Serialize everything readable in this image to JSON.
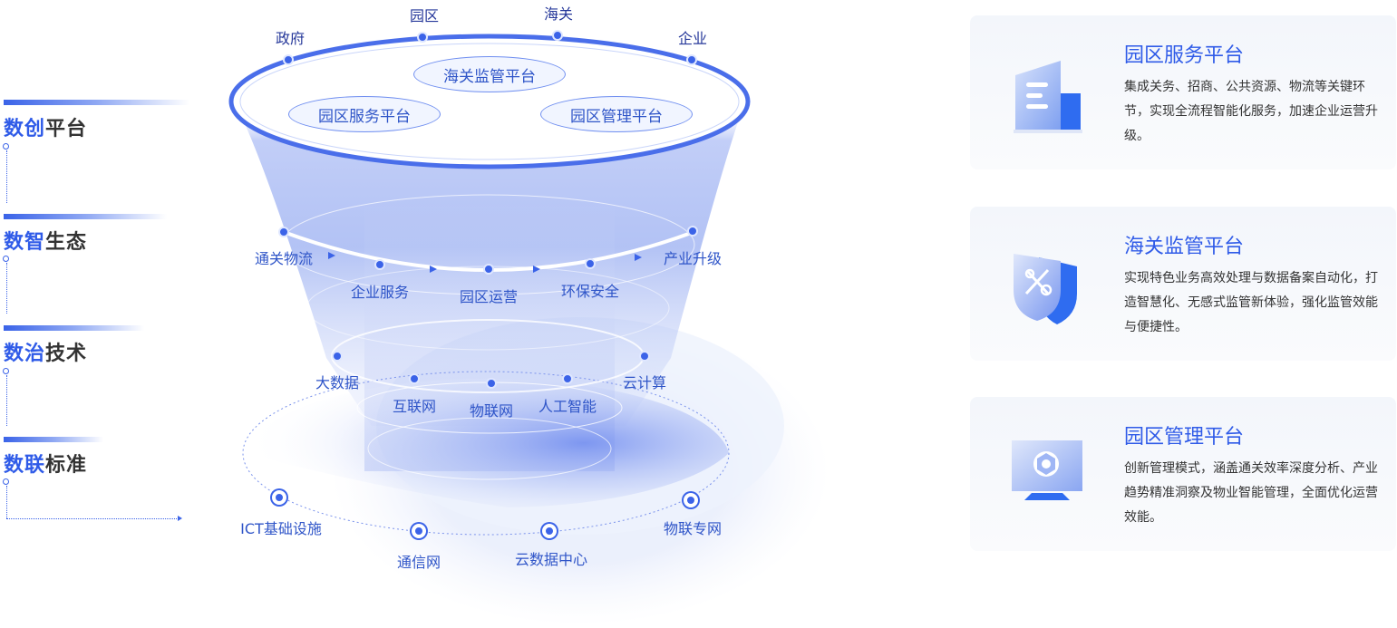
{
  "layers": [
    {
      "highlight": "数创",
      "rest": "平台"
    },
    {
      "highlight": "数智",
      "rest": "生态"
    },
    {
      "highlight": "数治",
      "rest": "技术"
    },
    {
      "highlight": "数联",
      "rest": "标准"
    }
  ],
  "funnel": {
    "top_labels": [
      "政府",
      "园区",
      "海关",
      "企业"
    ],
    "platforms": [
      "海关监管平台",
      "园区服务平台",
      "园区管理平台"
    ],
    "ecosystem": [
      "通关物流",
      "企业服务",
      "园区运营",
      "环保安全",
      "产业升级"
    ],
    "technology": [
      "大数据",
      "互联网",
      "物联网",
      "人工智能",
      "云计算"
    ],
    "standards": [
      "ICT基础设施",
      "通信网",
      "云数据中心",
      "物联专网"
    ]
  },
  "cards": [
    {
      "title": "园区服务平台",
      "desc": "集成关务、招商、公共资源、物流等关键环节，实现全流程智能化服务，加速企业运营升级。",
      "icon": "building-icon"
    },
    {
      "title": "海关监管平台",
      "desc": "实现特色业务高效处理与数据备案自动化，打造智慧化、无感式监管新体验，强化监管效能与便捷性。",
      "icon": "customs-shield-icon"
    },
    {
      "title": "园区管理平台",
      "desc": "创新管理模式，涵盖通关效率深度分析、产业趋势精准洞察及物业智能管理，全面优化运营效能。",
      "icon": "monitor-gear-icon"
    }
  ],
  "colors": {
    "accent": "#2f5be8",
    "light": "#dfe7ff"
  }
}
